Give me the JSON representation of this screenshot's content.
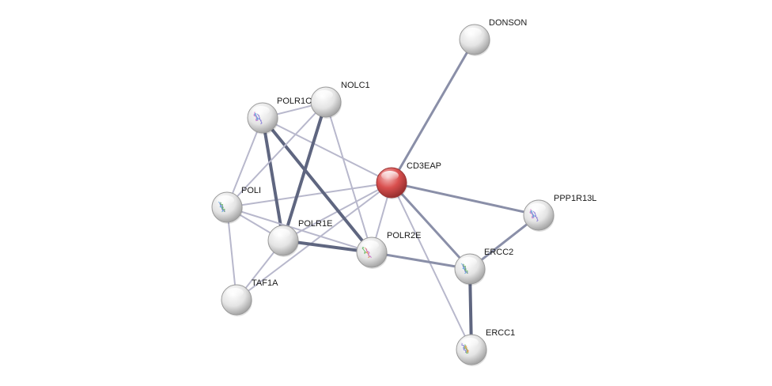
{
  "network": {
    "nodes": [
      {
        "id": "cd3eap",
        "label": "CD3EAP",
        "query": true,
        "has_structure": false
      },
      {
        "id": "donson",
        "label": "DONSON",
        "query": false,
        "has_structure": false
      },
      {
        "id": "nolc1",
        "label": "NOLC1",
        "query": false,
        "has_structure": false
      },
      {
        "id": "polr1c",
        "label": "POLR1C",
        "query": false,
        "has_structure": true
      },
      {
        "id": "poli",
        "label": "POLI",
        "query": false,
        "has_structure": true
      },
      {
        "id": "polr1e",
        "label": "POLR1E",
        "query": false,
        "has_structure": false
      },
      {
        "id": "polr2e",
        "label": "POLR2E",
        "query": false,
        "has_structure": true
      },
      {
        "id": "taf1a",
        "label": "TAF1A",
        "query": false,
        "has_structure": false
      },
      {
        "id": "ppp1r13l",
        "label": "PPP1R13L",
        "query": false,
        "has_structure": true
      },
      {
        "id": "ercc2",
        "label": "ERCC2",
        "query": false,
        "has_structure": true
      },
      {
        "id": "ercc1",
        "label": "ERCC1",
        "query": false,
        "has_structure": true
      }
    ],
    "edges": [
      {
        "source": "cd3eap",
        "target": "donson",
        "strength": "medium"
      },
      {
        "source": "cd3eap",
        "target": "ppp1r13l",
        "strength": "medium"
      },
      {
        "source": "cd3eap",
        "target": "ercc2",
        "strength": "medium"
      },
      {
        "source": "cd3eap",
        "target": "ercc1",
        "strength": "weak"
      },
      {
        "source": "cd3eap",
        "target": "polr2e",
        "strength": "weak"
      },
      {
        "source": "cd3eap",
        "target": "polr1c",
        "strength": "weak"
      },
      {
        "source": "cd3eap",
        "target": "poli",
        "strength": "weak"
      },
      {
        "source": "cd3eap",
        "target": "polr1e",
        "strength": "weak"
      },
      {
        "source": "cd3eap",
        "target": "taf1a",
        "strength": "weak"
      },
      {
        "source": "polr1c",
        "target": "nolc1",
        "strength": "weak"
      },
      {
        "source": "polr1c",
        "target": "polr1e",
        "strength": "strong"
      },
      {
        "source": "polr1c",
        "target": "polr2e",
        "strength": "strong"
      },
      {
        "source": "polr1c",
        "target": "poli",
        "strength": "weak"
      },
      {
        "source": "nolc1",
        "target": "polr1e",
        "strength": "strong"
      },
      {
        "source": "nolc1",
        "target": "polr2e",
        "strength": "weak"
      },
      {
        "source": "nolc1",
        "target": "poli",
        "strength": "weak"
      },
      {
        "source": "poli",
        "target": "polr1e",
        "strength": "weak"
      },
      {
        "source": "poli",
        "target": "polr2e",
        "strength": "weak"
      },
      {
        "source": "poli",
        "target": "taf1a",
        "strength": "weak"
      },
      {
        "source": "polr1e",
        "target": "polr2e",
        "strength": "strong"
      },
      {
        "source": "polr1e",
        "target": "taf1a",
        "strength": "weak"
      },
      {
        "source": "polr2e",
        "target": "ercc2",
        "strength": "medium"
      },
      {
        "source": "ppp1r13l",
        "target": "ercc2",
        "strength": "medium"
      },
      {
        "source": "ercc2",
        "target": "ercc1",
        "strength": "strong"
      }
    ]
  },
  "colors": {
    "query_node": "#d9504f",
    "node": "#e6e6e6",
    "edge_weak": "#b8b8cc",
    "edge_medium": "#8a8fa8",
    "edge_strong": "#5f6680"
  }
}
